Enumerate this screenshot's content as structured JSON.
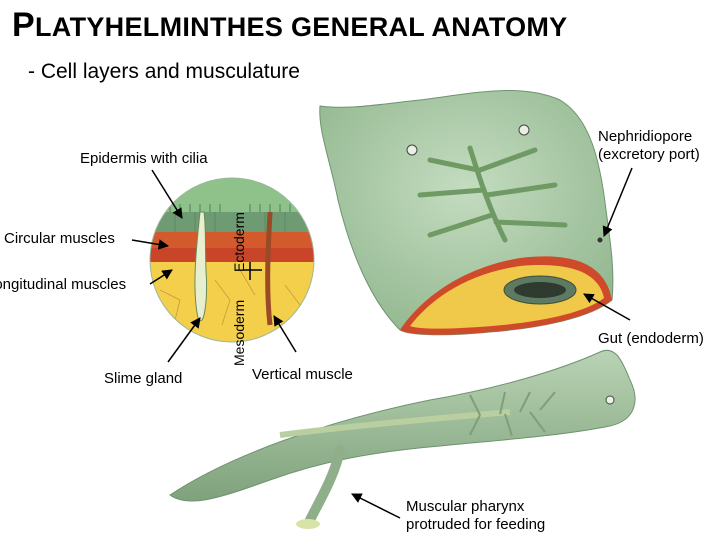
{
  "slide": {
    "title_first_letter": "P",
    "title_rest": "latyhelminthes general anatomy",
    "subtitle": "- Cell layers and musculature"
  },
  "labels": {
    "epidermis": "Epidermis with cilia",
    "circular_muscles": "Circular muscles",
    "longitudinal_muscles": "Longitudinal muscles",
    "slime_gland": "Slime gland",
    "vertical_muscle": "Vertical muscle",
    "ectoderm": "Ectoderm",
    "mesoderm": "Mesoderm",
    "nephridiopore_line1": "Nephridiopore",
    "nephridiopore_line2": "(excretory port)",
    "gut_endoderm": "Gut (endoderm)",
    "pharynx_line1": "Muscular pharynx",
    "pharynx_line2": "protruded for feeding"
  },
  "colors": {
    "body_green": "#a9c9a4",
    "gut_orange": "#e8902e",
    "muscle_red": "#cc4a2a",
    "mesoderm_yellow": "#f0c84a"
  }
}
